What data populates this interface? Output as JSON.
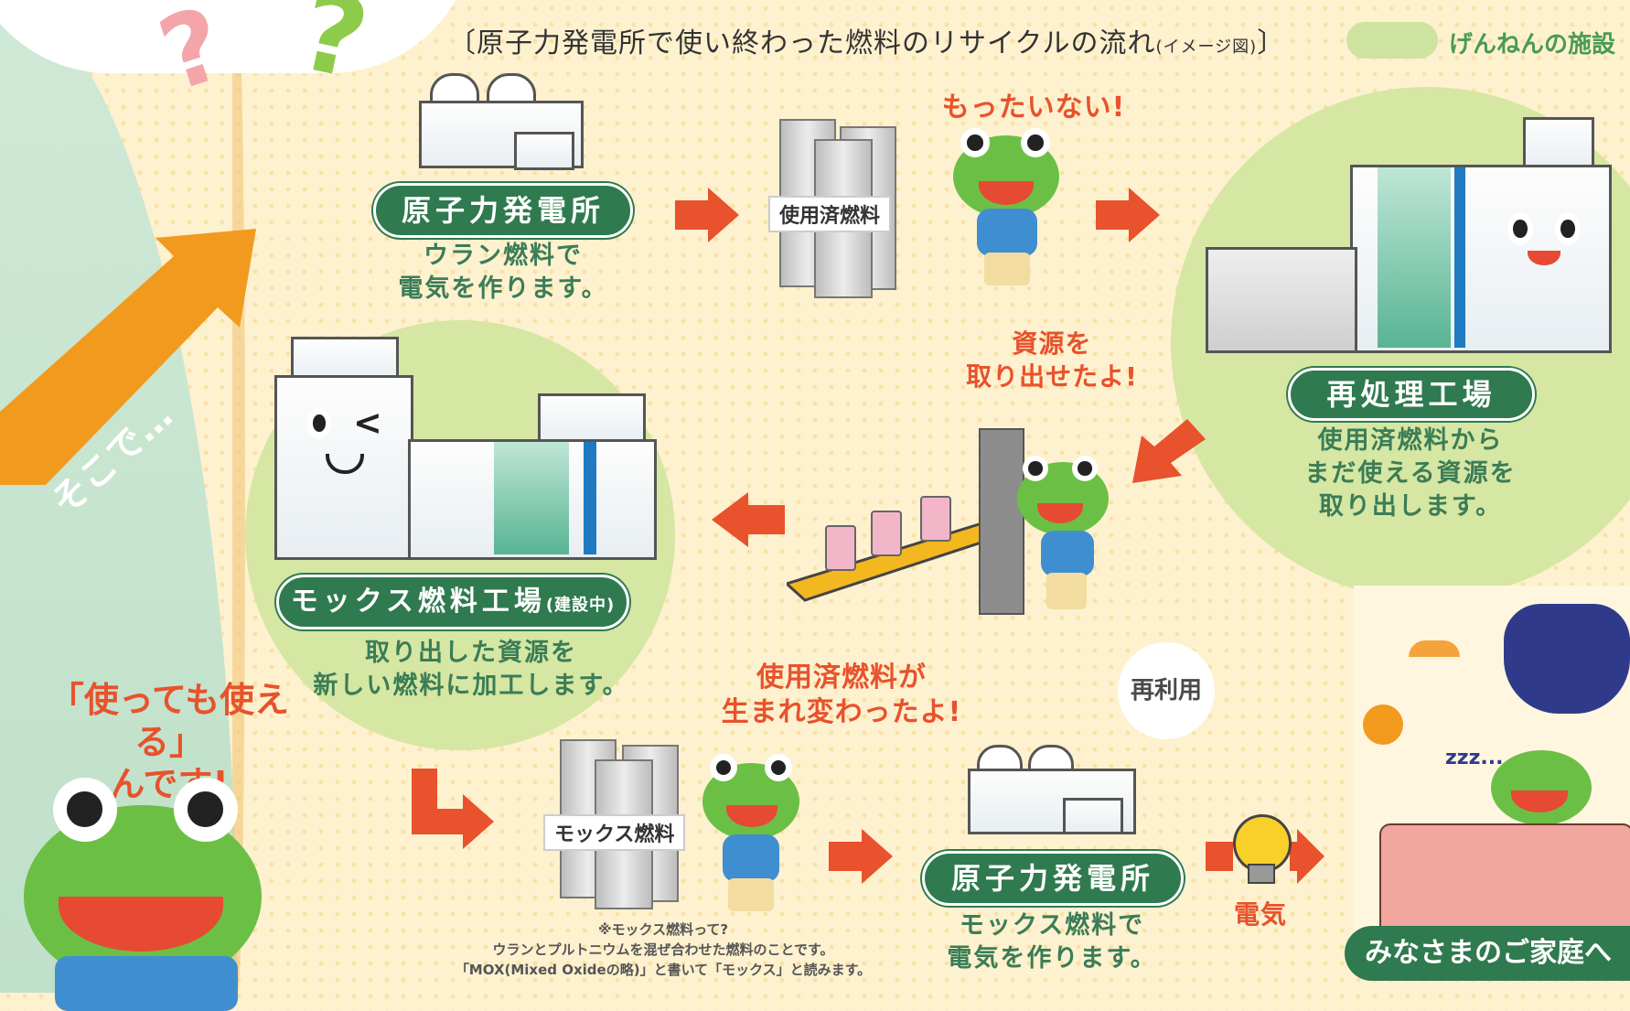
{
  "title": {
    "main": "〔原子力発電所で使い終わった燃料のリサイクルの流れ",
    "sub": "(イメージ図)",
    "end": "〕"
  },
  "legend": {
    "label": "げんねんの施設",
    "color": "#cfe3a0"
  },
  "question_marks": [
    "?",
    "?"
  ],
  "sokode": "そこで…",
  "quote": {
    "line1": "「使っても使える」",
    "line2": "んです!"
  },
  "nodes": {
    "npp1": {
      "label": "原子力発電所",
      "desc1": "ウラン燃料で",
      "desc2": "電気を作ります。"
    },
    "spent_fuel_tag": "使用済燃料",
    "mottainai": "もったいない!",
    "reprocessing": {
      "label": "再処理工場",
      "desc1": "使用済燃料から",
      "desc2": "まだ使える資源を",
      "desc3": "取り出します。"
    },
    "shigen": {
      "line1": "資源を",
      "line2": "取り出せたよ!"
    },
    "mox_plant": {
      "label": "モックス燃料工場",
      "sub": "(建設中)",
      "desc1": "取り出した資源を",
      "desc2": "新しい燃料に加工します。"
    },
    "reborn": {
      "line1": "使用済燃料が",
      "line2": "生まれ変わったよ!"
    },
    "mox_tag": "モックス燃料",
    "reuse": "再利用",
    "npp2": {
      "label": "原子力発電所",
      "desc1": "モックス燃料で",
      "desc2": "電気を作ります。"
    },
    "electricity": "電気",
    "home": "みなさまのご家庭へ",
    "zzz": "zzz..."
  },
  "footnote": {
    "line1": "※モックス燃料って?",
    "line2": "ウランとプルトニウムを混ぜ合わせた燃料のことです。",
    "line3": "「MOX(Mixed Oxideの略)」と書いて「モックス」と読みます。"
  },
  "colors": {
    "arrow": "#e8522c",
    "pill": "#2f7a4f",
    "circle": "#d6e6a3",
    "orange_arrow": "#f29a1e"
  }
}
